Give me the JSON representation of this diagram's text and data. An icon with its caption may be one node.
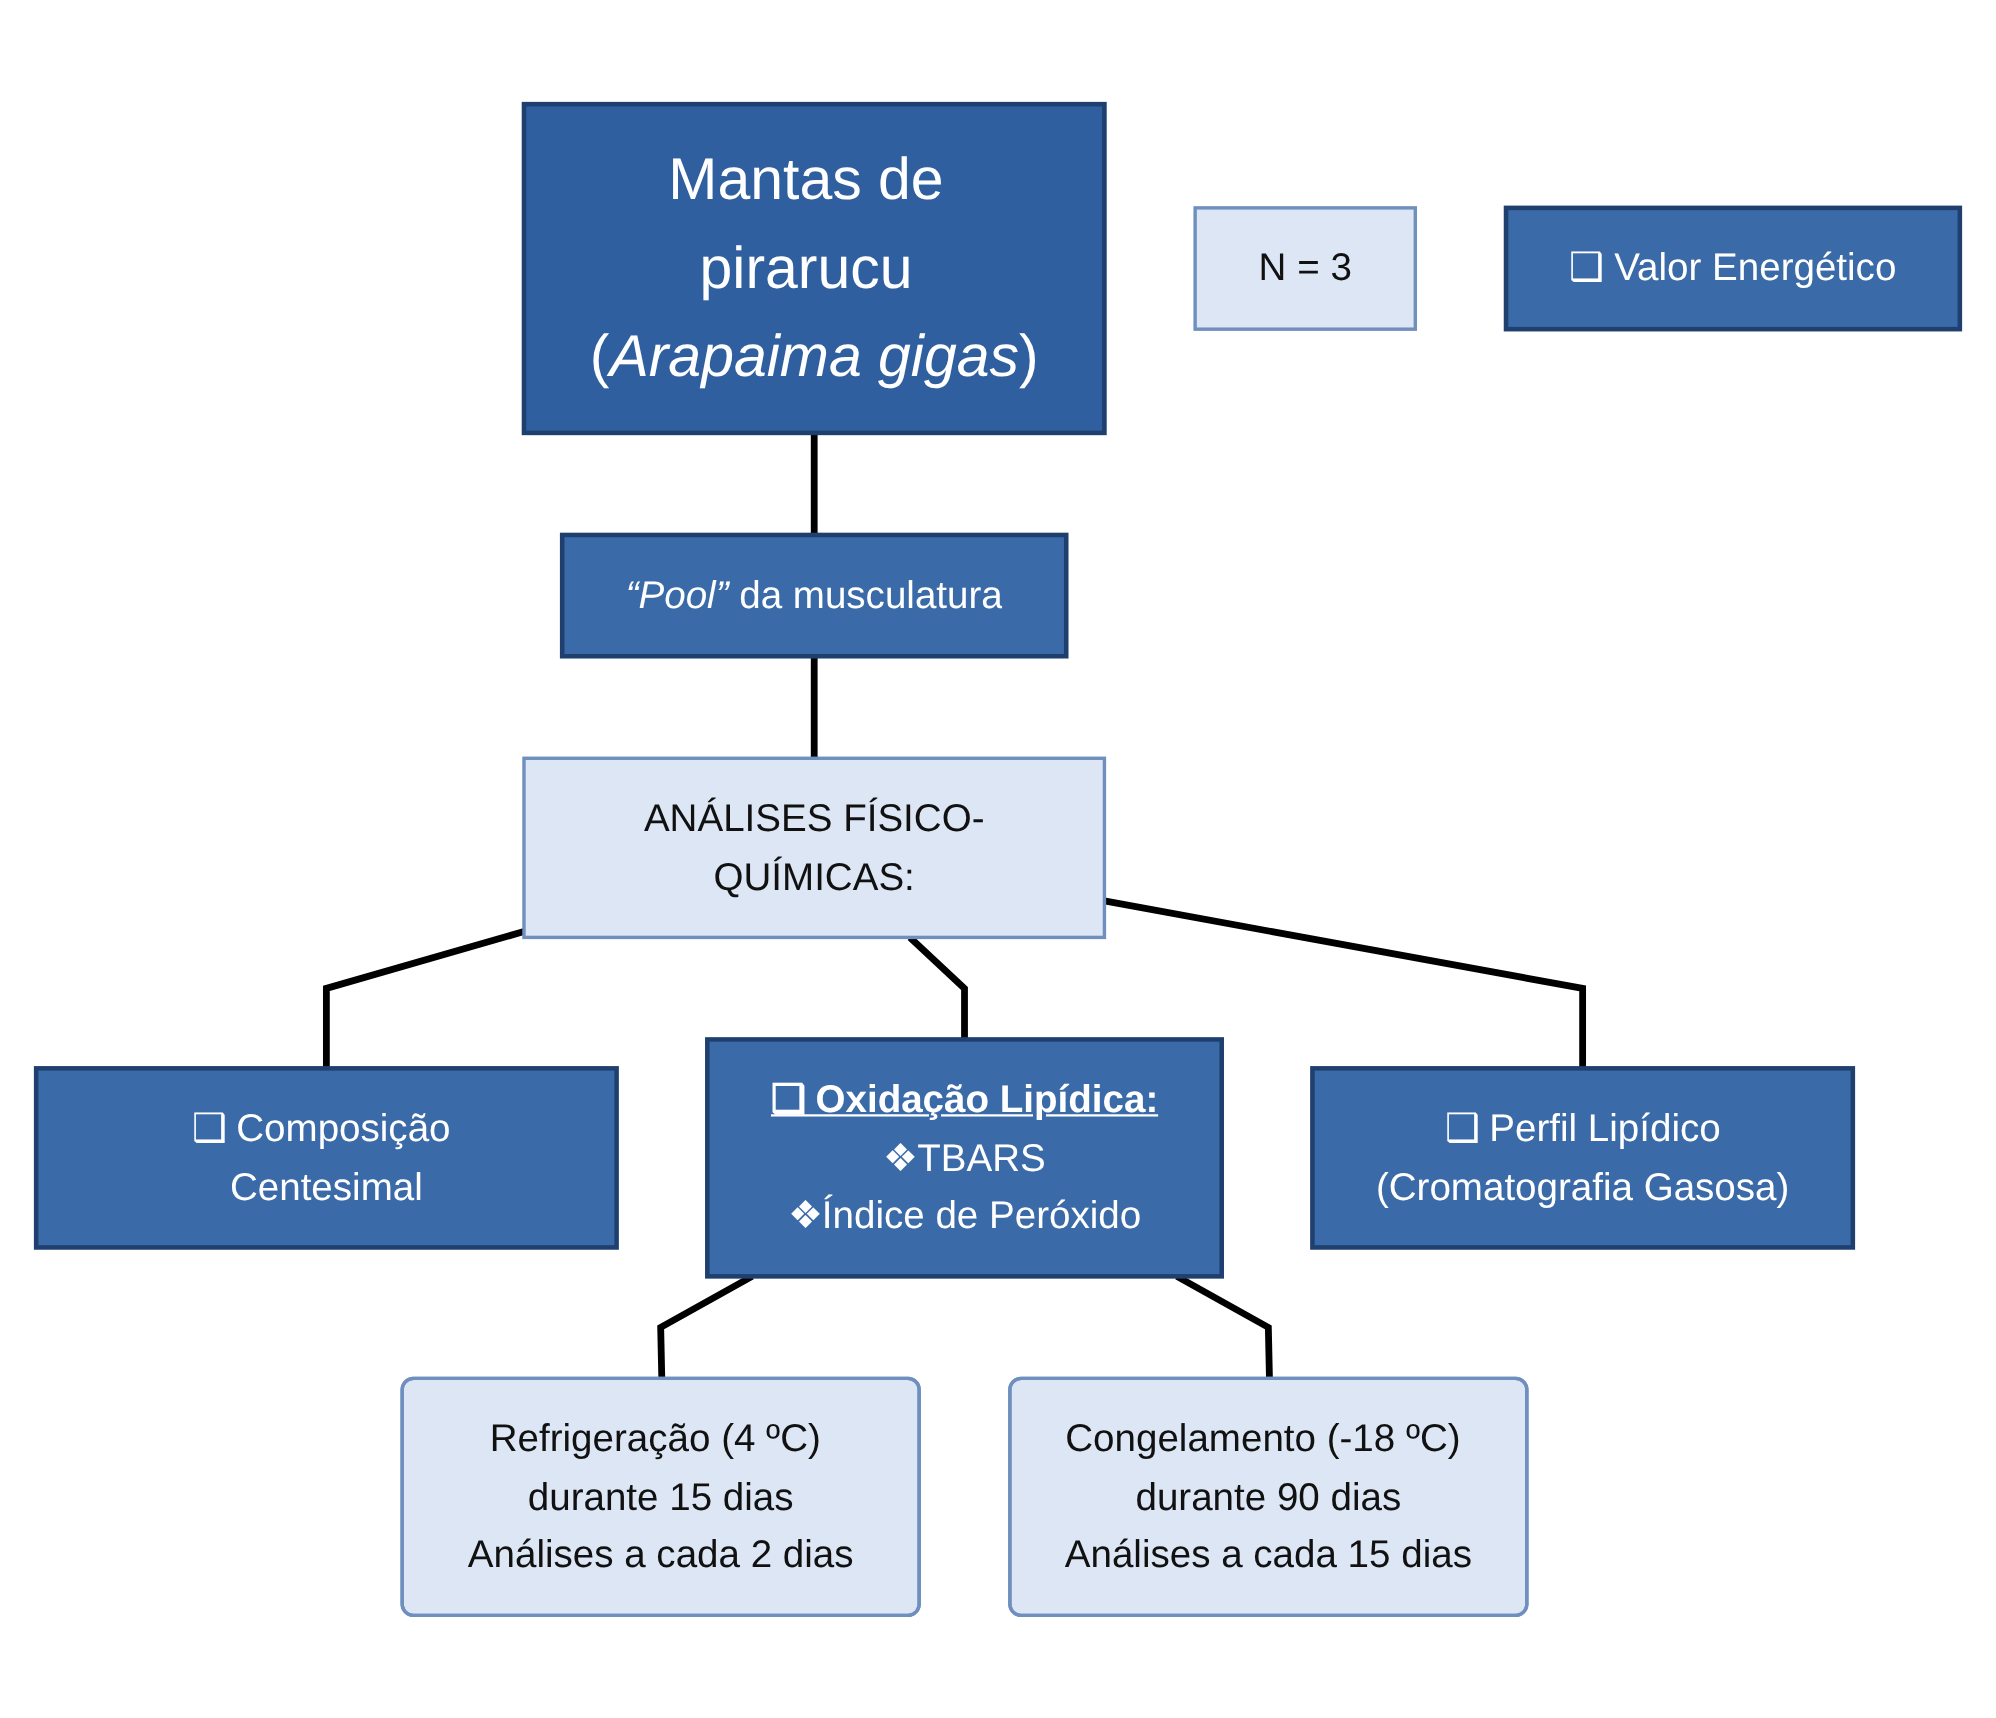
{
  "diagram": {
    "nodes": [
      {
        "text": [
          "Mantas de pirarucu (*Arapaima gigas*)"
        ]
      },
      {
        "text": [
          "*“Pool”* da musculatura"
        ]
      },
      {
        "text": [
          "N = 3"
        ]
      },
      {
        "text": [
          "ANÁLISES FÍSICO-QUÍMICAS:"
        ]
      },
      {
        "text": [
          "❑ Composição Centesimal"
        ]
      },
      {
        "text": [
          "❑ Valor Energético"
        ]
      },
      {
        "text": [
          "❑ Oxidação Lipídica:",
          "❖TBARS",
          "❖Índice de Peróxido"
        ]
      },
      {
        "text": [
          "❑ Perfil Lipídico",
          "(Cromatografia Gasosa)"
        ]
      },
      {
        "text": [
          "Refrigeração (4 ºC) durante 15 dias",
          "Análises a cada 2 dias"
        ]
      },
      {
        "text": [
          "Congelamento (-18 ºC) durante 90 dias",
          "Análises a cada 15 dias"
        ]
      }
    ],
    "edges": [
      {
        "from": 0,
        "to": 1,
        "arrow": "none"
      },
      {
        "from": 1,
        "to": 3,
        "arrow": "none"
      },
      {
        "from": 3,
        "to": 4,
        "arrow": "none"
      },
      {
        "from": 3,
        "to": 6,
        "arrow": "none"
      },
      {
        "from": 3,
        "to": 7,
        "arrow": "none"
      },
      {
        "from": 6,
        "to": 8,
        "arrow": "none"
      },
      {
        "from": 6,
        "to": 9,
        "arrow": "none"
      }
    ]
  }
}
